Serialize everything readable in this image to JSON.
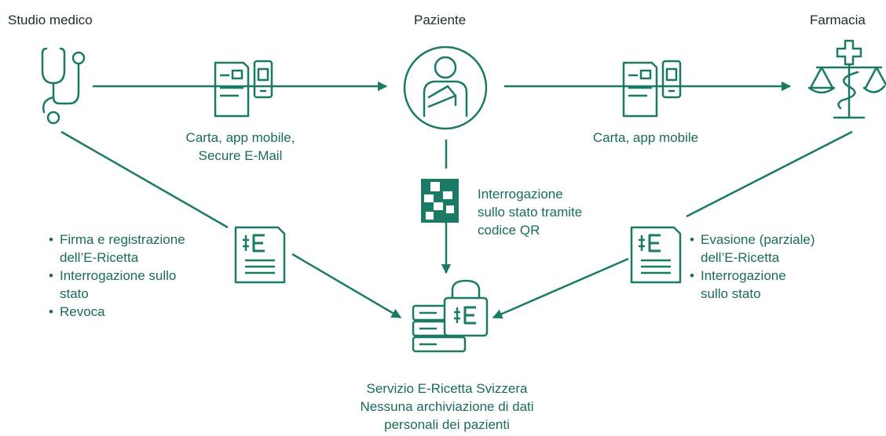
{
  "actors": {
    "doctor": "Studio medico",
    "patient": "Paziente",
    "pharmacy": "Farmacia"
  },
  "channels": {
    "doctor_to_patient": [
      "Carta, app mobile,",
      "Secure E-Mail"
    ],
    "patient_to_pharmacy": "Carta, app mobile"
  },
  "qr": [
    "Interrogazione",
    "sullo stato tramite",
    "codice QR"
  ],
  "doctor_actions": [
    "Firma e registrazione",
    "dell’E-Ricetta",
    "Interrogazione sullo",
    "stato",
    "Revoca"
  ],
  "pharmacy_actions": [
    "Evasione (parziale)",
    "dell’E-Ricetta",
    "Interrogazione",
    "sullo stato"
  ],
  "service": [
    "Servizio E-Ricetta Svizzera",
    "Nessuna archiviazione di dati",
    "personali dei pazienti"
  ],
  "colors": {
    "teal": "#1a7a66",
    "text_dark": "#1b2b2b",
    "text_teal": "#1a6b5e"
  }
}
